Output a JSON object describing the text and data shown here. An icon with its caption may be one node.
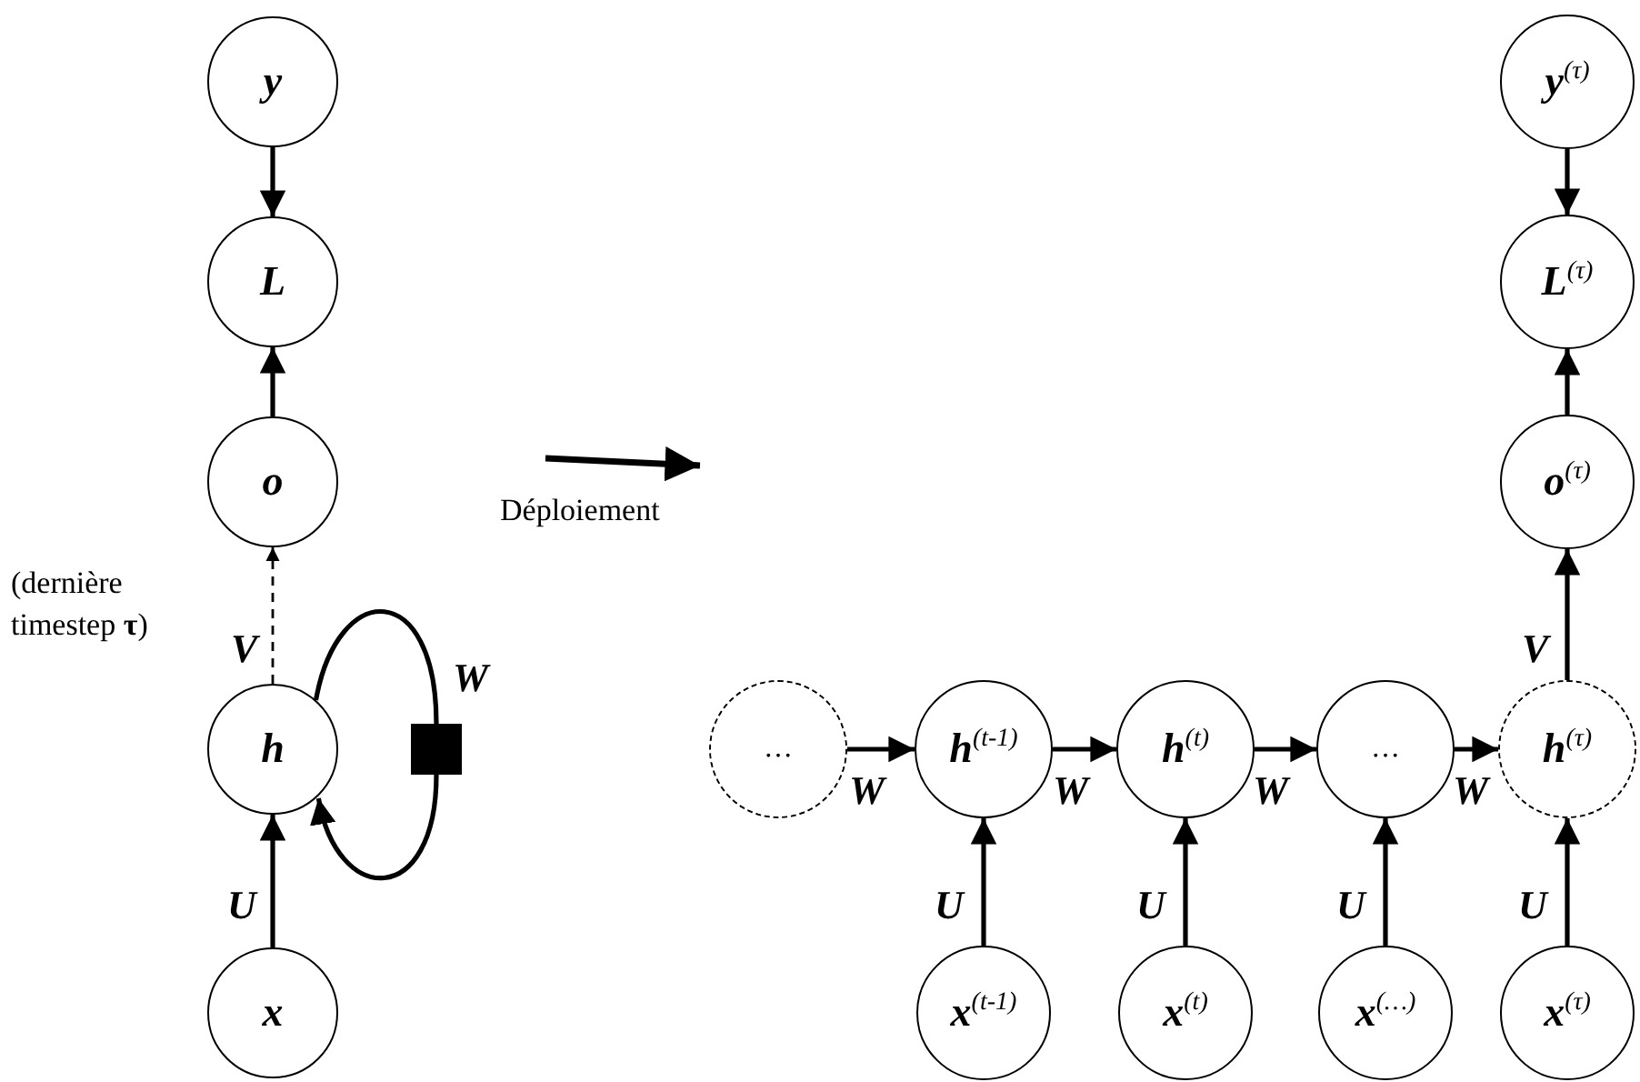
{
  "diagram": {
    "nodes": [
      {
        "text": [
          "y"
        ]
      },
      {
        "text": [
          "L"
        ]
      },
      {
        "text": [
          "o"
        ]
      },
      {
        "text": [
          "h"
        ]
      },
      {
        "text": [
          "x"
        ]
      },
      {
        "text": [],
        "shape": "box"
      },
      {
        "text": [
          "…"
        ]
      },
      {
        "text": [
          "h$^{(t-1)}$"
        ]
      },
      {
        "text": [
          "h$^{(t)}$"
        ]
      },
      {
        "text": [
          "…"
        ]
      },
      {
        "text": [
          "h$^{(τ)}$"
        ]
      },
      {
        "text": [
          "x$^{(t-1)}$"
        ]
      },
      {
        "text": [
          "x$^{(t)}$"
        ]
      },
      {
        "text": [
          "x$^{(…)}$"
        ]
      },
      {
        "text": [
          "x$^{(τ)}$"
        ]
      },
      {
        "text": [
          "o$^{(τ)}$"
        ]
      },
      {
        "text": [
          "L$^{(τ)}$"
        ]
      },
      {
        "text": [
          "y$^{(τ)}$"
        ]
      }
    ],
    "edges": [
      {
        "from": 0,
        "to": 1,
        "arrow": "to"
      },
      {
        "from": 2,
        "to": 1,
        "arrow": "to"
      },
      {
        "from": 3,
        "to": 2,
        "arrow": "to",
        "label": "V",
        "style": "dashed"
      },
      {
        "from": 4,
        "to": 3,
        "arrow": "to",
        "label": "U"
      },
      {
        "from": 3,
        "to": 5,
        "arrow": "none",
        "label": "W"
      },
      {
        "from": 5,
        "to": 3,
        "arrow": "to"
      },
      {
        "from": 6,
        "to": 7,
        "arrow": "to",
        "label": "W"
      },
      {
        "from": 7,
        "to": 8,
        "arrow": "to",
        "label": "W"
      },
      {
        "from": 8,
        "to": 9,
        "arrow": "to",
        "label": "W"
      },
      {
        "from": 9,
        "to": 10,
        "arrow": "to",
        "label": "W"
      },
      {
        "from": 11,
        "to": 7,
        "arrow": "to",
        "label": "U"
      },
      {
        "from": 12,
        "to": 8,
        "arrow": "to",
        "label": "U"
      },
      {
        "from": 13,
        "to": 9,
        "arrow": "to",
        "label": "U"
      },
      {
        "from": 14,
        "to": 10,
        "arrow": "to",
        "label": "U"
      },
      {
        "from": 10,
        "to": 15,
        "arrow": "to",
        "label": "V"
      },
      {
        "from": 15,
        "to": 16,
        "arrow": "to"
      },
      {
        "from": 17,
        "to": 16,
        "arrow": "to"
      }
    ],
    "labels": [
      "(dernière timestep **τ**)",
      "Déploiement"
    ]
  }
}
